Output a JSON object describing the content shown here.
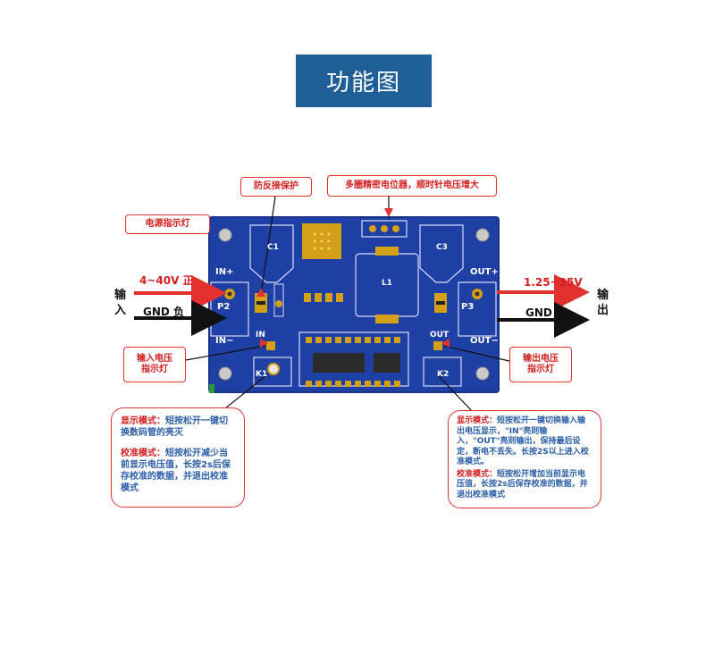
{
  "title": "功能图",
  "callouts": {
    "power_indicator": "电源指示灯",
    "reverse_protect": "防反接保护",
    "potentiometer": "多圈精密电位器，顺时针电压增大",
    "input_indicator": "输入电压指示灯",
    "output_indicator": "输出电压指示灯"
  },
  "left_side": {
    "input_range": "4~40V 正",
    "input_gnd": "GND 负",
    "input_label": "输入"
  },
  "right_side": {
    "output_range": "1.25~35V",
    "output_gnd": "GND 负",
    "output_label": "输出"
  },
  "board_labels": {
    "in_plus": "IN+",
    "in_minus": "IN−",
    "out_plus": "OUT+",
    "out_minus": "OUT−",
    "p2": "P2",
    "p3": "P3",
    "c1": "C1",
    "c3": "C3",
    "l1": "L1",
    "in": "IN",
    "out": "OUT",
    "k1": "K1",
    "k2": "K2"
  },
  "left_bubble": {
    "mode1_key": "显示模式：",
    "mode1_val": "短按松开一键切换数码管的亮灭",
    "mode2_key": "校准模式：",
    "mode2_val": "短按松开减少当前显示电压值，长按2s后保存校准的数据，并退出校准模式"
  },
  "right_bubble": {
    "mode1_key": "显示模式：",
    "mode1_val": "短按松开一键切换输入输出电压显示，\"IN\"亮则输入，\"OUT\"亮则输出，保持最后设定，断电不丢失。长按2S以上进入校准模式。",
    "mode2_key": "校准模式：",
    "mode2_val": "短按松开增加当前显示电压值，长按2s后保存校准的数据，并退出校准模式"
  },
  "colors": {
    "pcb": "#1e3fa3",
    "pad": "#d4a018",
    "arrow_red": "#e53030",
    "title_bg": "#1f5f98"
  }
}
